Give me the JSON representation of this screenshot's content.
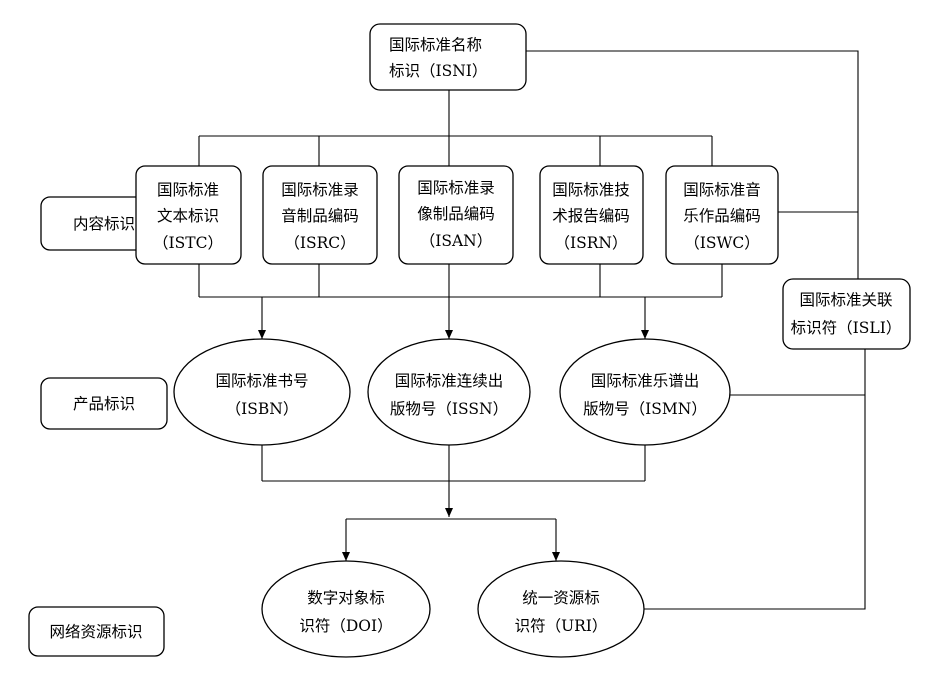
{
  "category_labels": {
    "content": "内容标识",
    "product": "产品标识",
    "network": "网络资源标识"
  },
  "nodes": {
    "isni": [
      "国际标准名称",
      "标识（ISNI）"
    ],
    "istc": [
      "国际标准",
      "文本标识",
      "（ISTC）"
    ],
    "isrc": [
      "国际标准录",
      "音制品编码",
      "（ISRC）"
    ],
    "isan": [
      "国际标准录",
      "像制品编码",
      "（ISAN）"
    ],
    "isrn": [
      "国际标准技",
      "术报告编码",
      "（ISRN）"
    ],
    "iswc": [
      "国际标准音",
      "乐作品编码",
      "（ISWC）"
    ],
    "isli": [
      "国际标准关联",
      "标识符（ISLI）"
    ],
    "isbn": [
      "国际标准书号",
      "（ISBN）"
    ],
    "issn": [
      "国际标准连续出",
      "版物号（ISSN）"
    ],
    "ismn": [
      "国际标准乐谱出",
      "版物号（ISMN）"
    ],
    "doi": [
      "数字对象标",
      "识符（DOI）"
    ],
    "uri": [
      "统一资源标",
      "识符（URI）"
    ]
  }
}
